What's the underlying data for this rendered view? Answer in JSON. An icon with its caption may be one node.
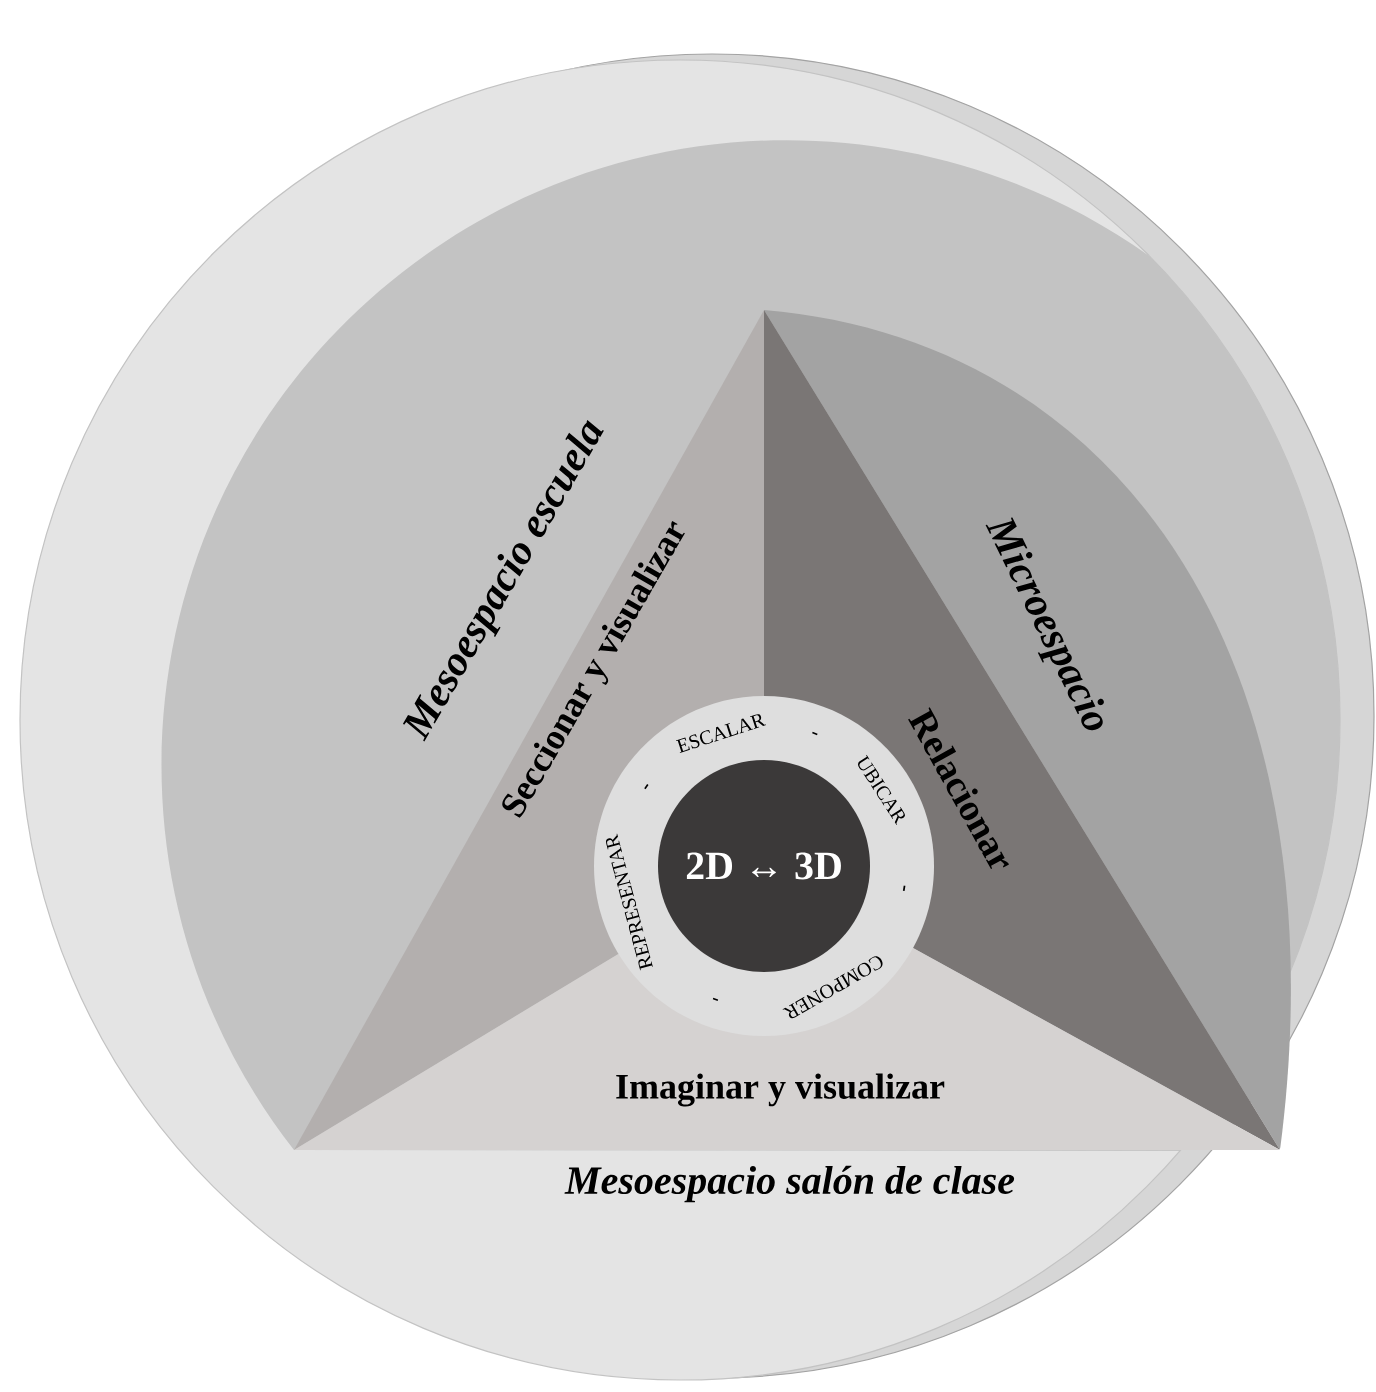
{
  "diagram": {
    "nodes": [
      {
        "text": [
          "Mesoespacio salón de clase"
        ]
      },
      {
        "text": [
          "Mesoespacio escuela"
        ],
        "in": 0
      },
      {
        "text": [
          "Microespacio"
        ],
        "in": 1
      },
      {
        "text": [
          "Seccionar y visualizar"
        ],
        "in": 1
      },
      {
        "text": [
          "Relacionar"
        ],
        "in": 1
      },
      {
        "text": [
          "Imaginar y visualizar"
        ],
        "in": 1
      },
      {
        "text": [
          "ESCALAR",
          "-",
          "UBICAR",
          "-",
          "COMPONER",
          "-",
          "REPRESENTAR",
          "-"
        ],
        "in": 1
      },
      {
        "text": [
          "2D ↔ 3D"
        ],
        "in": 6
      }
    ]
  }
}
